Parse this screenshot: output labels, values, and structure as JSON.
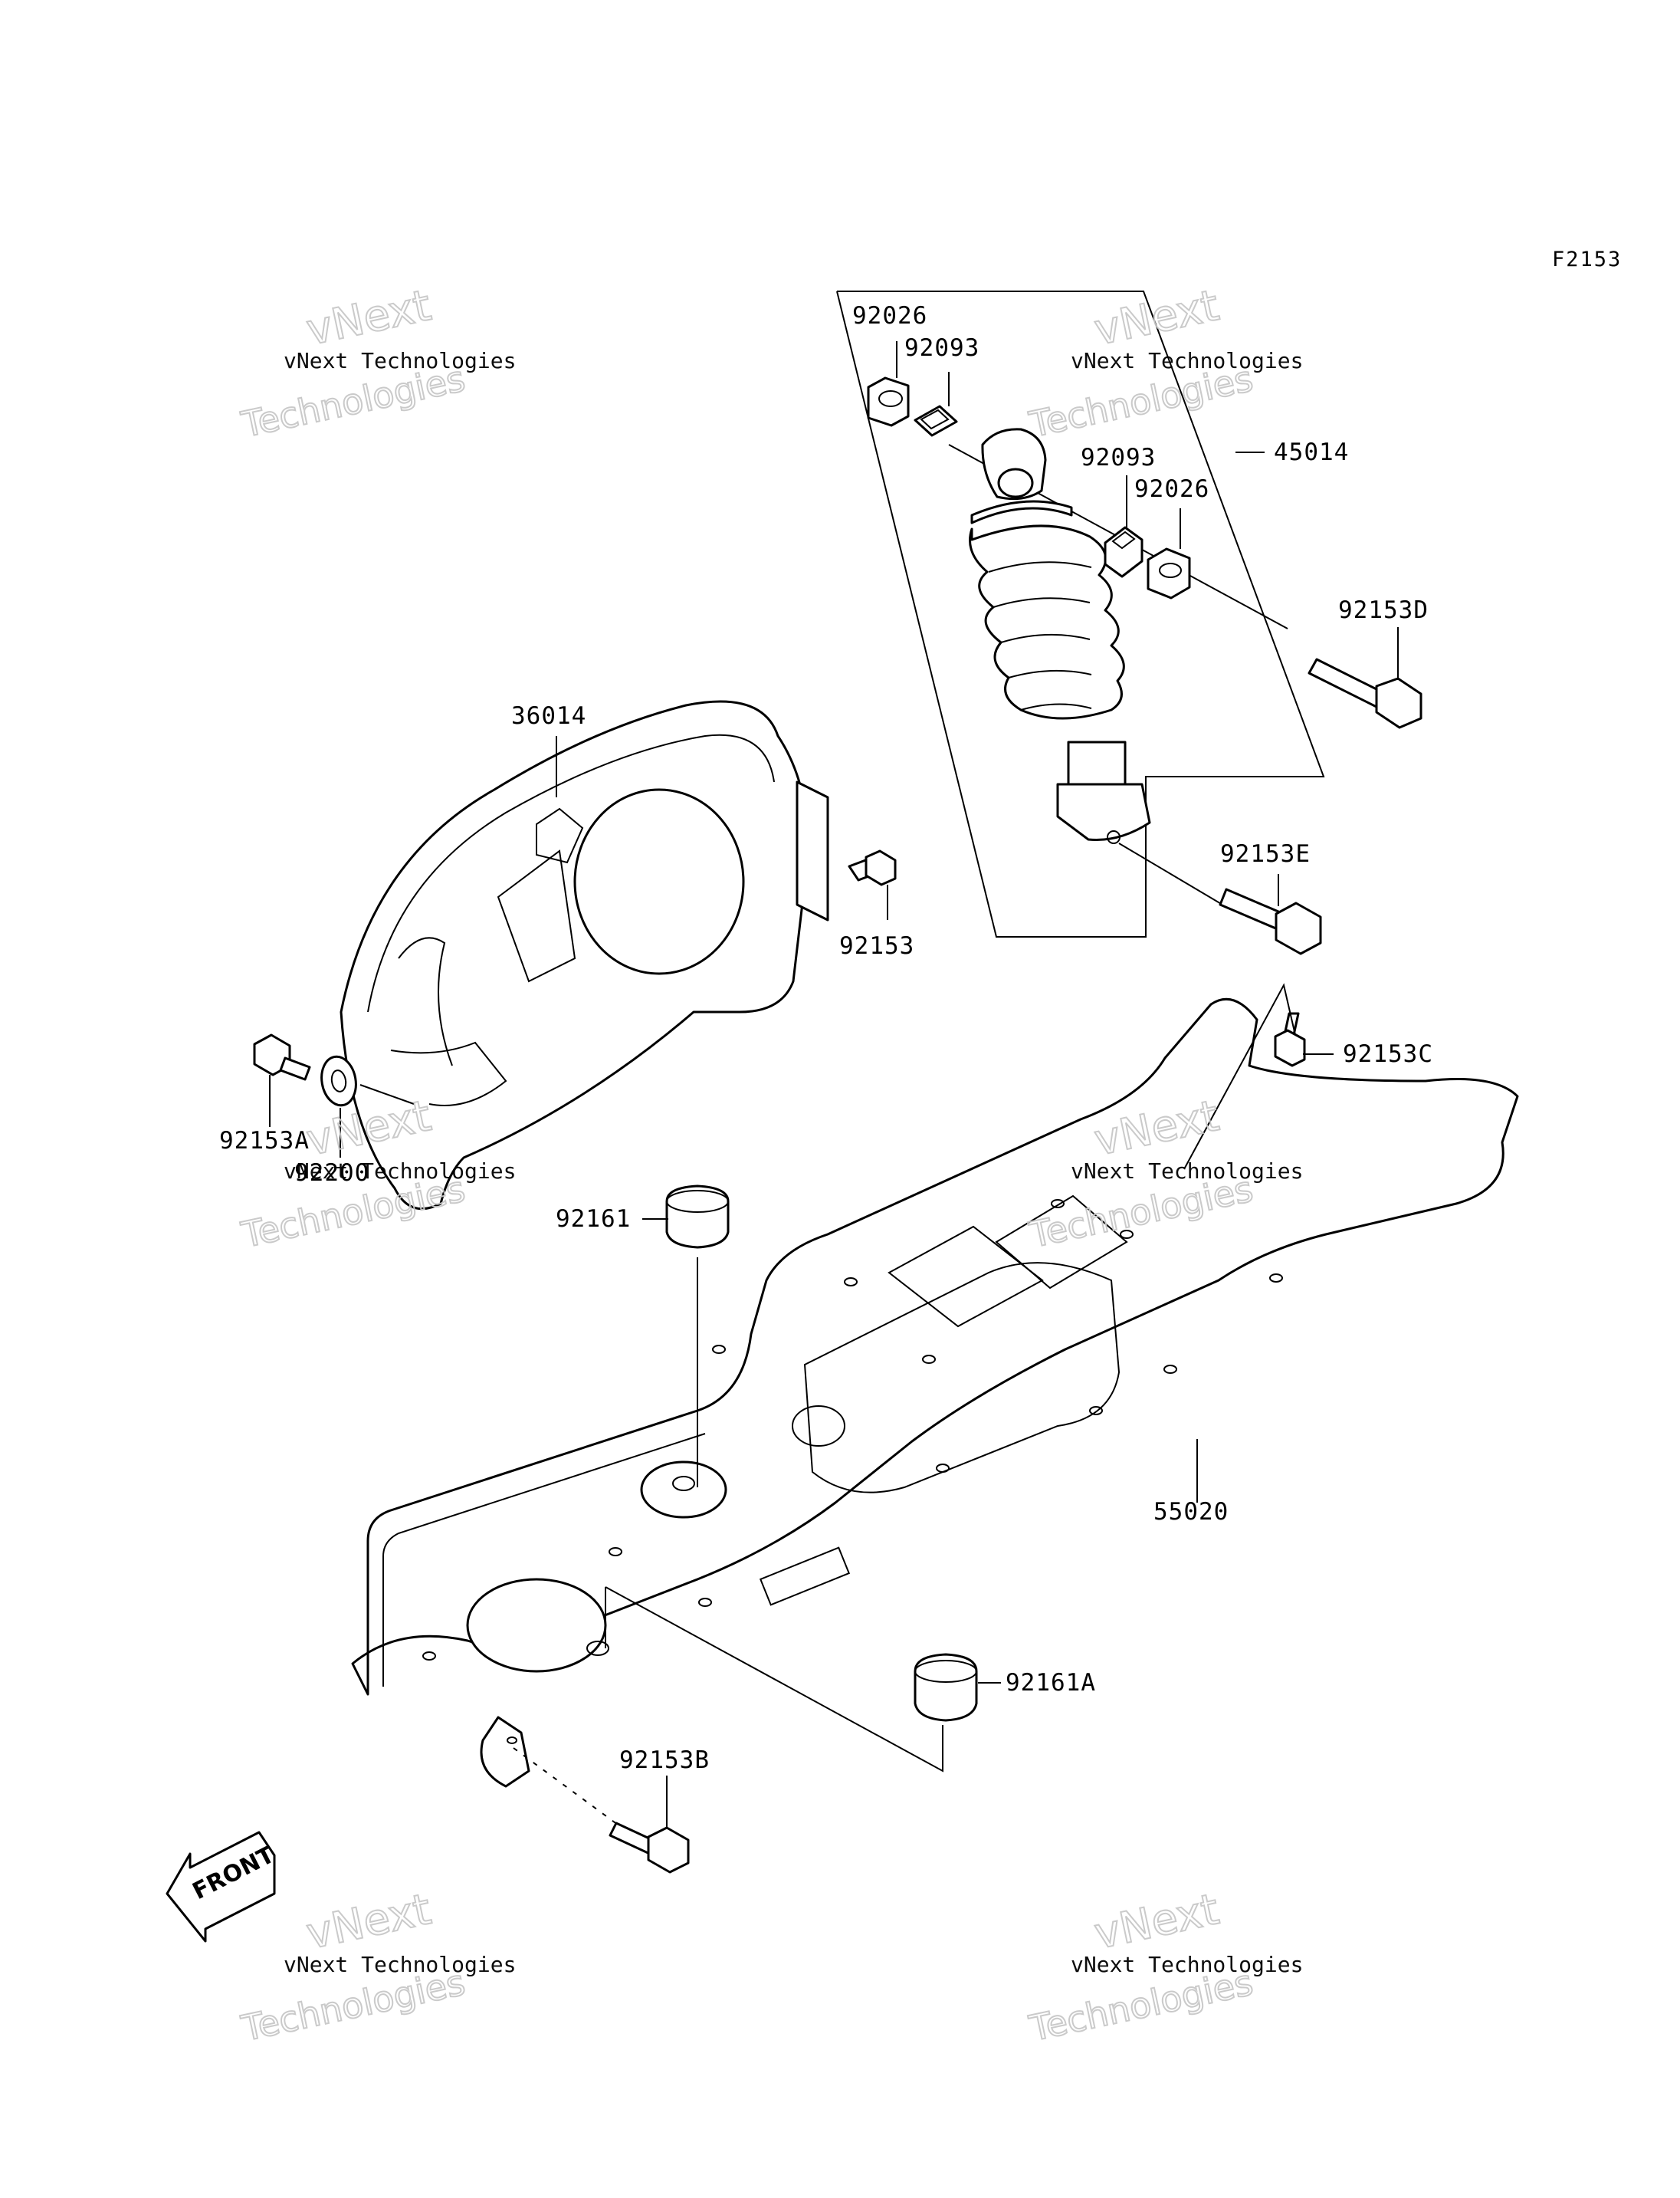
{
  "figure_code": "F2153",
  "labels": {
    "p45014": "45014",
    "p92026_top": "92026",
    "p92093_top": "92093",
    "p92093_mid": "92093",
    "p92026_mid": "92026",
    "p92153D": "92153D",
    "p92153E": "92153E",
    "p36014": "36014",
    "p92153": "92153",
    "p92153A": "92153A",
    "p92200": "92200",
    "p92153C": "92153C",
    "p92161": "92161",
    "p55020": "55020",
    "p92161A": "92161A",
    "p92153B": "92153B"
  },
  "front_arrow": "FRONT",
  "watermark": {
    "line1": "vNext",
    "line2": "vNext Technologies",
    "line3": "Technologies"
  }
}
